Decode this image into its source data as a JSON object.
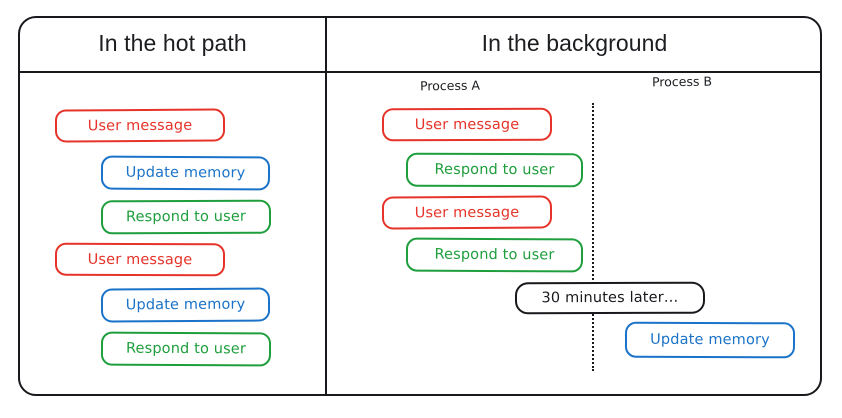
{
  "diagram": {
    "title": "In the hot path vs In the background",
    "colors": {
      "red": "#e63329",
      "blue": "#1a73c8",
      "green": "#1f9e3d",
      "black": "#17191c",
      "background": "#ffffff"
    },
    "panels": [
      {
        "id": "hot-path",
        "header": "In the hot path",
        "lanes": [],
        "boxes": [
          {
            "label": "User message",
            "color": "red"
          },
          {
            "label": "Update memory",
            "color": "blue"
          },
          {
            "label": "Respond to user",
            "color": "green"
          },
          {
            "label": "User message",
            "color": "red"
          },
          {
            "label": "Update memory",
            "color": "blue"
          },
          {
            "label": "Respond to user",
            "color": "green"
          }
        ]
      },
      {
        "id": "background",
        "header": "In the background",
        "lanes": [
          {
            "id": "process-a",
            "label": "Process A"
          },
          {
            "id": "process-b",
            "label": "Process B"
          }
        ],
        "boxes": [
          {
            "label": "User message",
            "color": "red",
            "lane": "process-a"
          },
          {
            "label": "Respond to user",
            "color": "green",
            "lane": "process-a"
          },
          {
            "label": "User message",
            "color": "red",
            "lane": "process-a"
          },
          {
            "label": "Respond to user",
            "color": "green",
            "lane": "process-a"
          },
          {
            "label": "30 minutes later…",
            "color": "black",
            "lane": "divider"
          },
          {
            "label": "Update memory",
            "color": "blue",
            "lane": "process-b"
          }
        ]
      }
    ]
  }
}
